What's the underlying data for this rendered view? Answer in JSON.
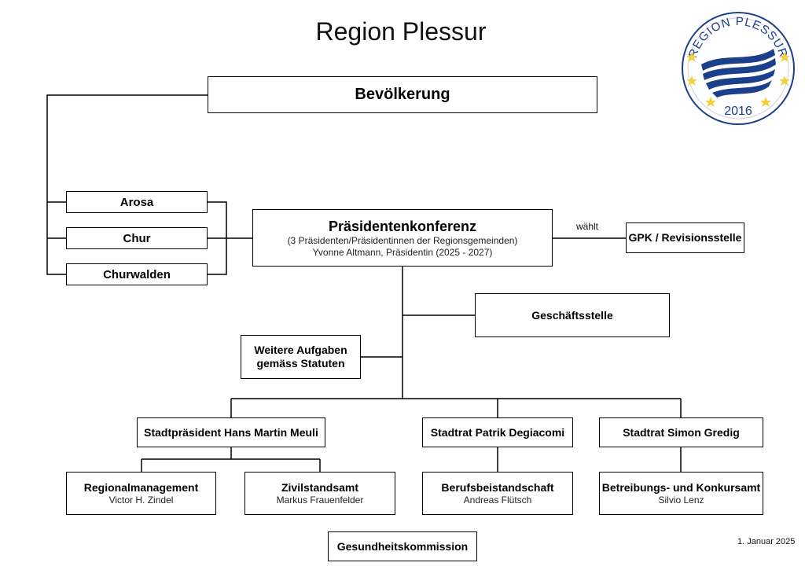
{
  "title": "Region Plessur",
  "logo": {
    "text": "REGION PLESSUR",
    "year": "2016",
    "colors": {
      "blue": "#1b3f8b",
      "star": "#f4d03f"
    }
  },
  "population": "Bevölkerung",
  "municipalities": [
    "Arosa",
    "Chur",
    "Churwalden"
  ],
  "conference": {
    "title": "Präsidentenkonferenz",
    "line1": "(3 Präsidenten/Präsidentinnen der Regionsgemeinden)",
    "line2": "Yvonne Altmann, Präsidentin (2025 - 2027)"
  },
  "elects_label": "wählt",
  "gpk": "GPK / Revisionsstelle",
  "office": "Geschäftsstelle",
  "other_tasks": {
    "line1": "Weitere Aufgaben",
    "line2": "gemäss Statuten"
  },
  "leaders": [
    "Stadtpräsident Hans Martin Meuli",
    "Stadtrat Patrik Degiacomi",
    "Stadtrat Simon Gredig"
  ],
  "departments": [
    {
      "title": "Regionalmanagement",
      "person": "Victor H. Zindel"
    },
    {
      "title": "Zivilstandsamt",
      "person": "Markus Frauenfelder"
    },
    {
      "title": "Berufsbeistandschaft",
      "person": "Andreas Flütsch"
    },
    {
      "title": "Betreibungs- und Konkursamt",
      "person": "Silvio Lenz"
    }
  ],
  "health_commission": "Gesundheitskommission",
  "date": "1. Januar 2025"
}
